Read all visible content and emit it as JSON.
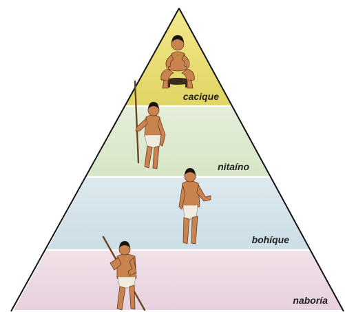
{
  "diagram": {
    "type": "social-hierarchy-pyramid",
    "tiers": [
      {
        "label": "cacique",
        "color": "#e8de72"
      },
      {
        "label": "nitaíno",
        "color": "#dde9cf"
      },
      {
        "label": "bohíque",
        "color": "#d4e3ea"
      },
      {
        "label": "naboría",
        "color": "#ecd9e3"
      }
    ],
    "outline_color": "#111111"
  }
}
